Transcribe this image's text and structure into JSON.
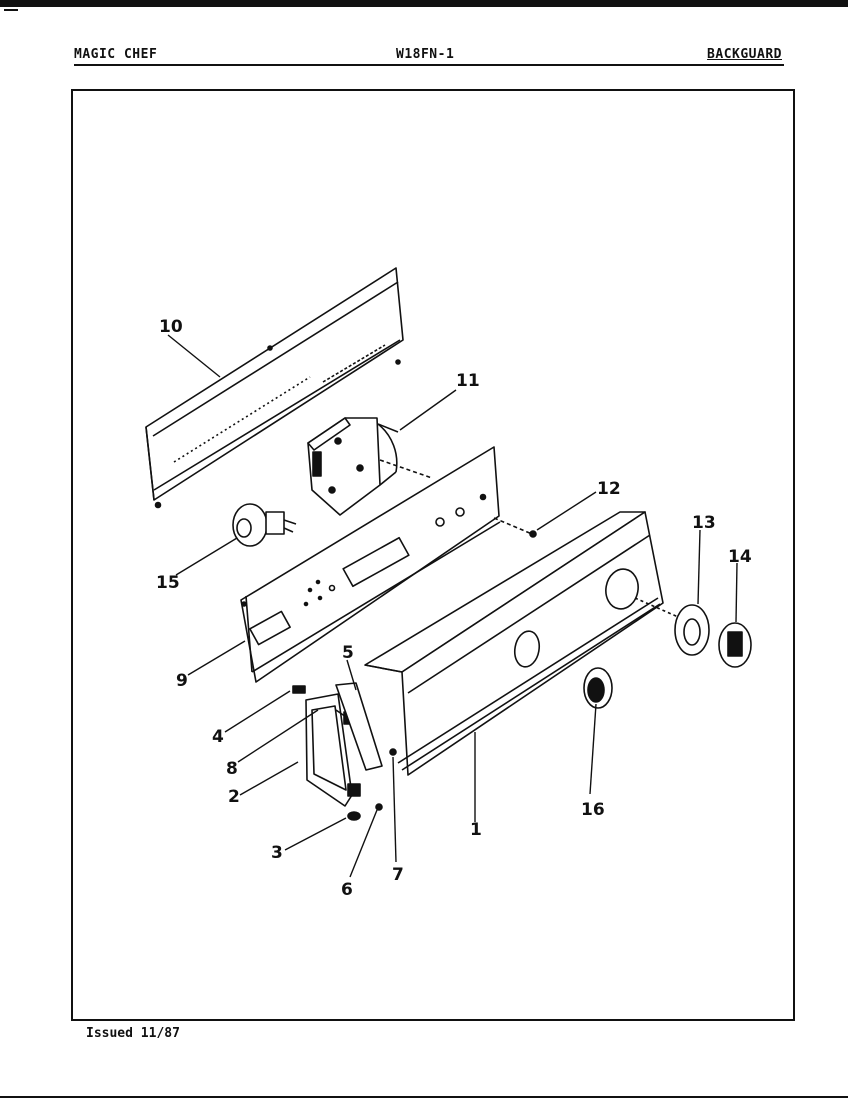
{
  "header": {
    "brand": "MAGIC CHEF",
    "model": "W18FN-1",
    "section": "BACKGUARD"
  },
  "footer": {
    "issued": "Issued 11/87"
  },
  "callouts": {
    "c1": "1",
    "c2": "2",
    "c3": "3",
    "c4": "4",
    "c5": "5",
    "c6": "6",
    "c7": "7",
    "c8": "8",
    "c9": "9",
    "c10": "10",
    "c11": "11",
    "c12": "12",
    "c13": "13",
    "c14": "14",
    "c15": "15",
    "c16": "16"
  }
}
